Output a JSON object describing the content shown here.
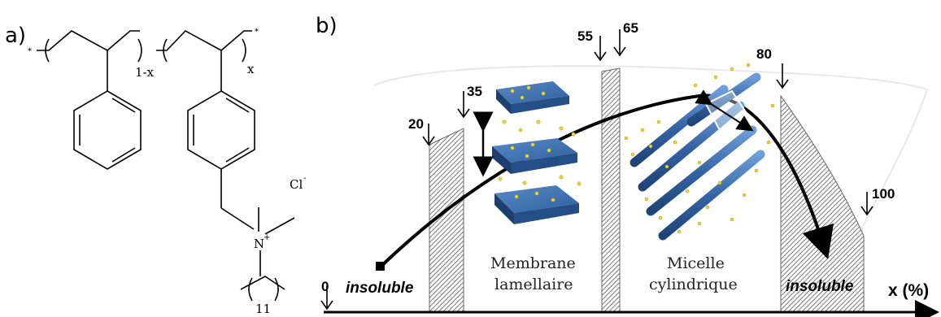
{
  "panel_a": {
    "label": "a)",
    "subscript_1": "1-x",
    "subscript_2": "x",
    "counter_ion": "Cl",
    "counter_ion_charge": "-",
    "nitrogen": "N",
    "nitrogen_charge": "+",
    "chain_length": "11",
    "end_mark_left": "*",
    "end_mark_right": "*"
  },
  "panel_b": {
    "label": "b)",
    "markers": [
      "0",
      "20",
      "35",
      "55",
      "65",
      "80",
      "100"
    ],
    "regime_1": {
      "line1": "Membrane",
      "line2": "lamellaire"
    },
    "regime_2": {
      "line1": "Micelle",
      "line2": "cylindrique"
    },
    "insoluble_left": "insoluble",
    "insoluble_right": "insoluble",
    "axis_label": "x (%)",
    "colors": {
      "particle_blue": "#3f6fae",
      "particle_blue_dark": "#244e86",
      "dot_yellow": "#e6d83a",
      "hatch": "#555555"
    }
  }
}
